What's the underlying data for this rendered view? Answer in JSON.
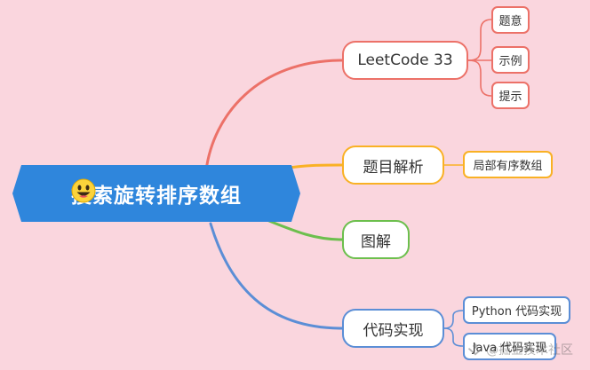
{
  "root": {
    "label": "搜索旋转排序数组",
    "icon": "grinning-face-icon",
    "color": "#2f86dc"
  },
  "branches": [
    {
      "id": "leetcode",
      "label": "LeetCode 33",
      "color": "#ec7168",
      "children": [
        {
          "label": "题意"
        },
        {
          "label": "示例"
        },
        {
          "label": "提示"
        }
      ]
    },
    {
      "id": "analysis",
      "label": "题目解析",
      "color": "#f9b124",
      "children": [
        {
          "label": "局部有序数组"
        }
      ]
    },
    {
      "id": "diagram",
      "label": "图解",
      "color": "#6cbf4d",
      "children": []
    },
    {
      "id": "implementation",
      "label": "代码实现",
      "color": "#5b8ed6",
      "children": [
        {
          "label": "Python 代码实现"
        },
        {
          "label": "Java 代码实现"
        }
      ]
    }
  ],
  "watermark": {
    "text": "@掘金技术社区",
    "icon": "gold-miner-logo-icon"
  }
}
